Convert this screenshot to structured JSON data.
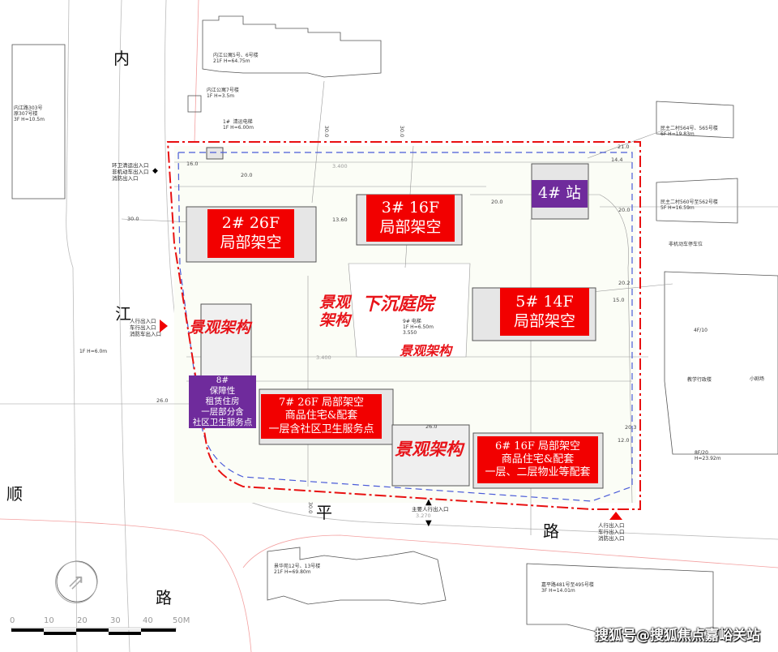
{
  "roads": {
    "left_1": "内",
    "left_2": "江",
    "left_3": "路",
    "bottom_1": "顺",
    "bottom_2": "平",
    "bottom_3": "路"
  },
  "buildings": [
    {
      "id": "2",
      "line1": "2#  26F",
      "line2": "局部架空",
      "color": "#f20000"
    },
    {
      "id": "3",
      "line1": "3#  16F",
      "line2": "局部架空",
      "color": "#f20000"
    },
    {
      "id": "4",
      "line1": "4# 站",
      "color": "#6f2b9c"
    },
    {
      "id": "5",
      "line1": "5#  14F",
      "line2": "局部架空",
      "color": "#f20000"
    },
    {
      "id": "8",
      "line1": "8#",
      "line2": "保障性",
      "line3": "租赁住房",
      "line4": "一层部分含",
      "line5": "社区卫生服务点",
      "color": "#6f2b9c"
    },
    {
      "id": "7",
      "line1": "7#  26F 局部架空",
      "line2": "商品住宅&配套",
      "line3": "一层含社区卫生服务点",
      "color": "#f20000"
    },
    {
      "id": "6",
      "line1": "6#  16F 局部架空",
      "line2": "商品住宅&配套",
      "line3": "一层、二层物业等配套",
      "color": "#f20000"
    }
  ],
  "landscape_labels": {
    "west": "景观架构",
    "center_1": "景观",
    "center_2": "架构",
    "courtyard": "下沉庭院",
    "middle": "景观架构",
    "south": "景观架构"
  },
  "entrances": {
    "north_west": "环卫清运出入口\n非机动车出入口\n消防出入口",
    "west": "人行出入口\n车行出入口\n消防车出入口",
    "south_main": "主要人行出入口",
    "south_main_elev": "3.270",
    "south_east": "人行出入口\n车行出入口\n消防出入口"
  },
  "neighbor_notes": {
    "neijiang_5_6": "内江公寓5号、6号楼\n21F H=64.75m",
    "neijiang_7": "内江公寓7号楼\n1F H=3.5m",
    "b1": "1#  清运电梯\n1F H=6.00m",
    "neijiang_303": "内江路303号\n原307号楼\n3F H=10.5m",
    "minzhu_564": "民主二村564号、565号楼\n6F H=19.83m",
    "minzhu_560": "民主二村560号至562号楼\n5F H=16.59m",
    "b9": "9# 电梯\n1F H=6.50m\n3.550",
    "west_1f": "1F H=6.0m",
    "school_1": "教学行政楼",
    "school_2": "小剧场",
    "school_3": "4F/10",
    "school_4": "8F/20\nH=23.92m",
    "jinghua": "景华苑12号、13号楼\n21F H=69.80m",
    "jiaping": "嘉平路481号至495号楼\n3F H=14.01m",
    "bike": "非机动车停车位"
  },
  "dimensions": [
    "30.0",
    "20.0",
    "16.0",
    "13.60",
    "20.0",
    "20.0",
    "21.0",
    "14.4",
    "20.2",
    "15.0",
    "26.0",
    "26.0",
    "12.0",
    "20.3",
    "30.0",
    "30.0",
    "30.0",
    "3.400",
    "3.400"
  ],
  "scale_bar": {
    "ticks": [
      "0",
      "10",
      "20",
      "30",
      "40",
      "50M"
    ]
  },
  "watermark": "搜狐号@搜狐焦点嘉峪关站",
  "colors": {
    "boundary": "#e81010",
    "setback": "#4a5bd8",
    "building_tag_red": "#f20000",
    "building_tag_purple": "#6f2b9c",
    "landscape_text": "#e8141a"
  }
}
